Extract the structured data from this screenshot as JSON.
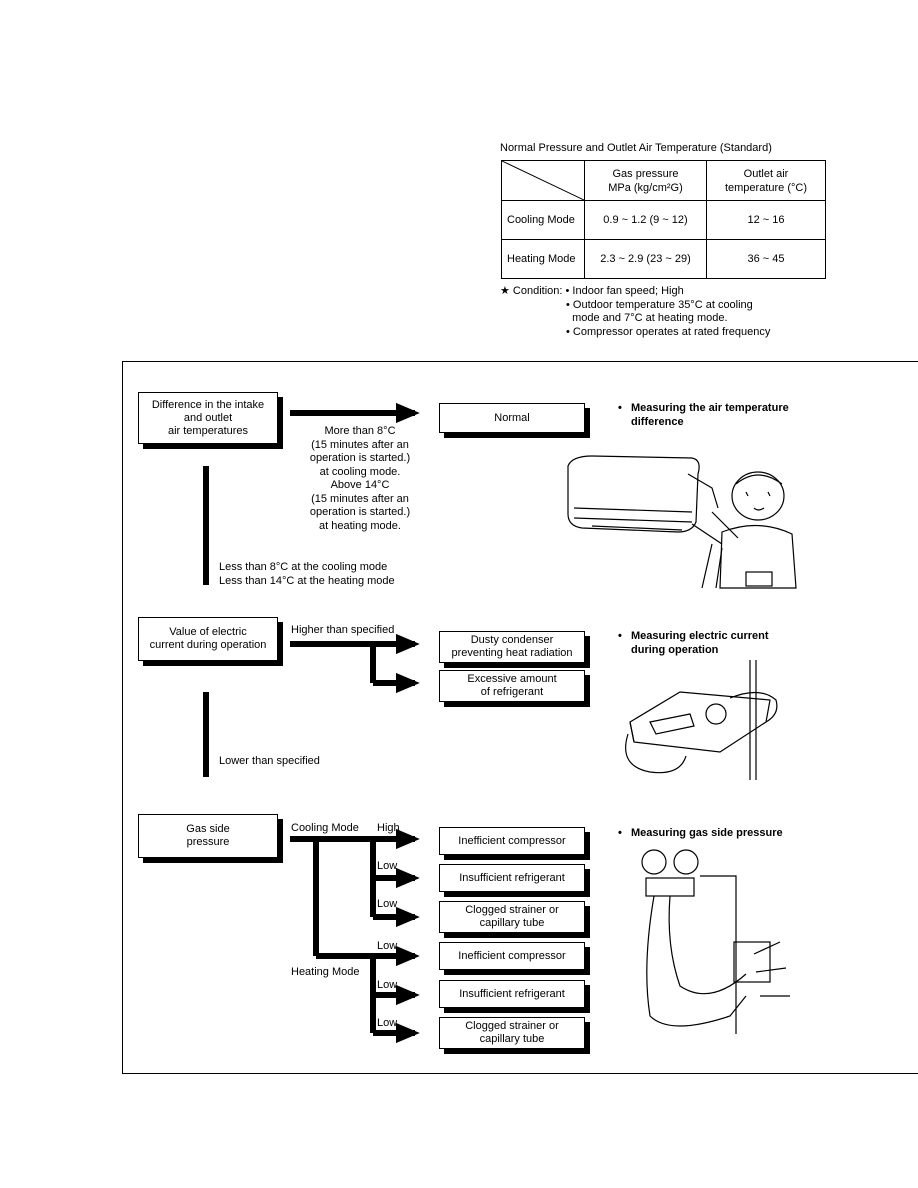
{
  "table": {
    "title": "Normal Pressure and Outlet Air Temperature (Standard)",
    "headers": [
      "",
      "Gas pressure\nMPa (kg/cm²G)",
      "Outlet air\ntemperature (°C)"
    ],
    "rows": [
      {
        "mode": "Cooling Mode",
        "pressure": "0.9 ~ 1.2 (9 ~ 12)",
        "temp": "12 ~ 16"
      },
      {
        "mode": "Heating Mode",
        "pressure": "2.3 ~ 2.9 (23 ~ 29)",
        "temp": "36 ~ 45"
      }
    ]
  },
  "condition": {
    "label": "★ Condition:",
    "items": [
      "• Indoor fan speed; High",
      "• Outdoor temperature 35°C at cooling",
      "  mode and 7°C at heating mode.",
      "• Compressor operates at rated frequency"
    ]
  },
  "flow": {
    "section1": {
      "box": "Difference in the intake\nand outlet\nair temperatures",
      "condition": "More than 8°C\n(15 minutes after an\noperation is started.)\nat cooling mode.\nAbove 14°C\n(15 minutes after an\noperation is started.)\nat heating mode.",
      "result": "Normal",
      "less": "Less than 8°C at the cooling mode\nLess than 14°C at the heating mode",
      "bullet": "Measuring the air temperature\ndifference"
    },
    "section2": {
      "box": "Value of electric\ncurrent during operation",
      "higher": "Higher than specified",
      "result1": "Dusty condenser\npreventing heat radiation",
      "result2": "Excessive amount\nof refrigerant",
      "lower": "Lower than specified",
      "bullet": "Measuring electric current\nduring operation"
    },
    "section3": {
      "box": "Gas side\npressure",
      "cooling_mode": "Cooling Mode",
      "heating_mode": "Heating Mode",
      "high": "High",
      "low": "Low",
      "results": [
        "Inefficient compressor",
        "Insufficient refrigerant",
        "Clogged strainer or\ncapillary tube",
        "Inefficient compressor",
        "Insufficient refrigerant",
        "Clogged strainer or\ncapillary tube"
      ],
      "bullet": "Measuring gas side pressure"
    },
    "bullet_char": "•"
  }
}
